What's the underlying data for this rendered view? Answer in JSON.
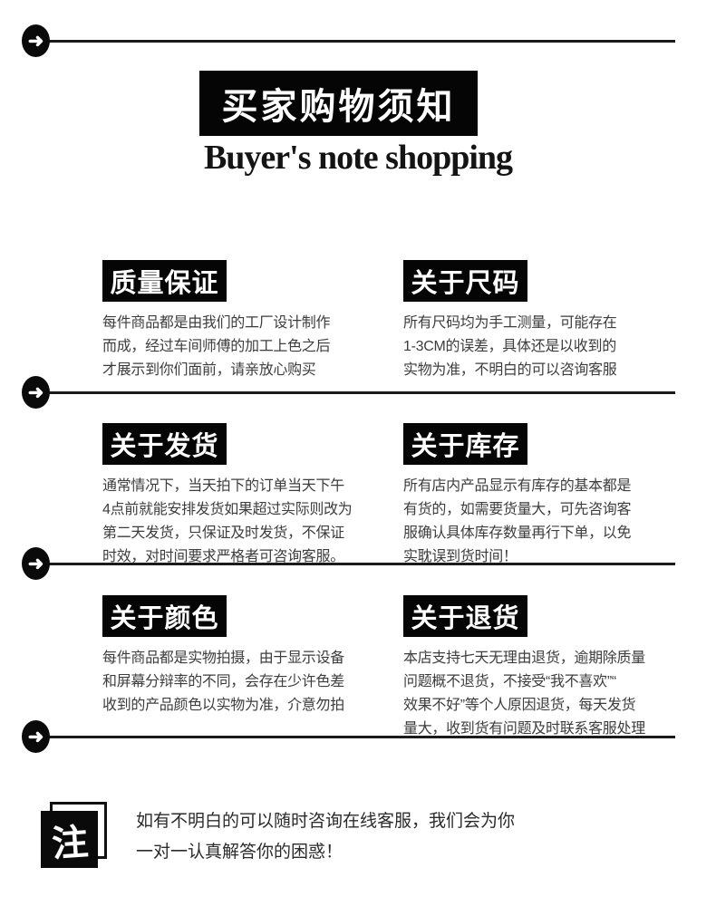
{
  "page": {
    "title": "买家购物须知",
    "subtitle": "Buyer's note shopping"
  },
  "icons": {
    "arrow_glyph": "➜"
  },
  "sections": [
    {
      "id": "quality",
      "title": "质量保证",
      "lines": [
        "每件商品都是由我们的工厂设计制作",
        "而成，经过车间师傅的加工上色之后",
        "才展示到你们面前，请亲放心购买"
      ]
    },
    {
      "id": "size",
      "title": "关于尺码",
      "lines": [
        "所有尺码均为手工测量，可能存在",
        "1-3CM的误差，具体还是以收到的",
        "实物为准，不明白的可以咨询客服"
      ]
    },
    {
      "id": "shipping",
      "title": "关于发货",
      "lines": [
        "通常情况下，当天拍下的订单当天下午",
        "4点前就能安排发货如果超过实际则改为",
        "第二天发货，只保证及时发货，不保证",
        "时效，对时间要求严格者可咨询客服。"
      ]
    },
    {
      "id": "stock",
      "title": "关于库存",
      "lines": [
        "所有店内产品显示有库存的基本都是",
        "有货的，如需要货量大，可先咨询客",
        "服确认具体库存数量再行下单，以免",
        "实耽误到货时间！"
      ]
    },
    {
      "id": "color",
      "title": "关于颜色",
      "lines": [
        "每件商品都是实物拍摄，由于显示设备",
        "和屏幕分辩率的不同，会存在少许色差",
        "收到的产品颜色以实物为准，介意勿拍"
      ]
    },
    {
      "id": "returns",
      "title": "关于退货",
      "lines": [
        "本店支持七天无理由退货，逾期除质量",
        "问题概不退货，不接受“我不喜欢”“",
        "效果不好”等个人原因退货，每天发货",
        "量大，收到货有问题及时联系客服处理"
      ]
    }
  ],
  "note": {
    "badge": "注",
    "lines": [
      "如有不明白的可以随时咨询在线客服，我们会为你",
      "一对一认真解答你的困惑！"
    ]
  },
  "colors": {
    "ink": "#0a0a0a",
    "body_text": "#3d3d3d",
    "background": "#ffffff"
  }
}
